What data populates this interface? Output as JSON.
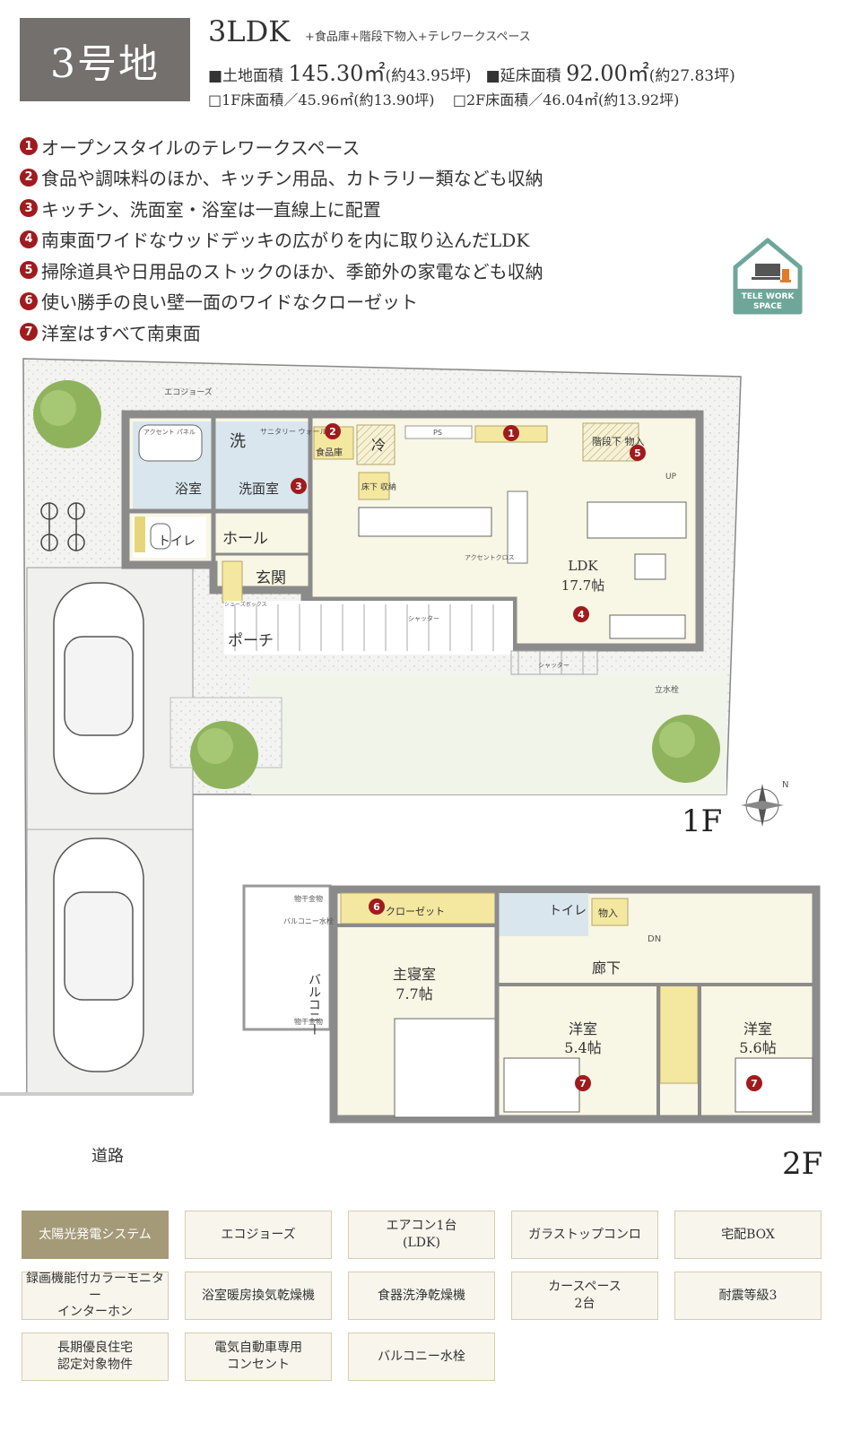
{
  "header": {
    "lot": "3号地",
    "plan": "3LDK",
    "plan_extras": "+食品庫+階段下物入+テレワークスペース",
    "land_area_label": "■土地面積",
    "land_area": "145.30㎡",
    "land_area_tsubo": "(約43.95坪)",
    "floor_area_label": "■延床面積",
    "floor_area": "92.00㎡",
    "floor_area_tsubo": "(約27.83坪)",
    "f1_area": "□1F床面積／45.96㎡(約13.90坪)",
    "f2_area": "□2F床面積／46.04㎡(約13.92坪)"
  },
  "features": [
    {
      "num": "1",
      "text": "オープンスタイルのテレワークスペース"
    },
    {
      "num": "2",
      "text": "食品や調味料のほか、キッチン用品、カトラリー類なども収納"
    },
    {
      "num": "3",
      "text": "キッチン、洗面室・浴室は一直線上に配置"
    },
    {
      "num": "4",
      "text": "南東面ワイドなウッドデッキの広がりを内に取り込んだLDK"
    },
    {
      "num": "5",
      "text": "掃除道具や日用品のストックのほか、季節外の家電なども収納"
    },
    {
      "num": "6",
      "text": "使い勝手の良い壁一面のワイドなクローゼット"
    },
    {
      "num": "7",
      "text": "洋室はすべて南東面"
    }
  ],
  "telework_badge": {
    "line1": "TELE WORK",
    "line2": "SPACE"
  },
  "floor1": {
    "label": "1F",
    "rooms": {
      "eco": "エコジョーズ",
      "accent_panel": "アクセント パネル",
      "sentaku": "洗",
      "sanitary": "サニタリー ウォール",
      "bath": "浴室",
      "senmen": "洗面室",
      "shokuhin": "食品庫",
      "rei": "冷",
      "ps": "PS",
      "kaidan": "階段下 物入",
      "up": "UP",
      "yukashita": "床下 収納",
      "toilet": "トイレ",
      "hall": "ホール",
      "genkan": "玄関",
      "shoes": "シューズボックス",
      "porch": "ポーチ",
      "ldk": "LDK",
      "ldk_size": "17.7帖",
      "accent_cross": "アクセントクロス",
      "shutter": "シャッター",
      "mizusen": "立水栓",
      "road": "道路"
    }
  },
  "floor2": {
    "label": "2F",
    "rooms": {
      "monohoshi": "物干金物",
      "balcony_water": "バルコニー水栓",
      "balcony": "バルコニー",
      "closet": "クローゼット",
      "toilet": "トイレ",
      "mono": "物入",
      "dn": "DN",
      "roka": "廊下",
      "master": "主寝室",
      "master_size": "7.7帖",
      "yoshitsu": "洋室",
      "yoshitsu1_size": "5.4帖",
      "yoshitsu2_size": "5.6帖"
    }
  },
  "options": [
    {
      "label": "太陽光発電システム",
      "active": true
    },
    {
      "label": "エコジョーズ"
    },
    {
      "label": "エアコン1台",
      "label2": "(LDK)"
    },
    {
      "label": "ガラストップコンロ"
    },
    {
      "label": "宅配BOX"
    },
    {
      "label": "録画機能付カラーモニター",
      "label2": "インターホン"
    },
    {
      "label": "浴室暖房換気乾燥機"
    },
    {
      "label": "食器洗浄乾燥機"
    },
    {
      "label": "カースペース",
      "label2": "2台"
    },
    {
      "label": "耐震等級3"
    },
    {
      "label": "長期優良住宅",
      "label2": "認定対象物件"
    },
    {
      "label": "電気自動車専用",
      "label2": "コンセント"
    },
    {
      "label": "バルコニー水栓"
    }
  ]
}
